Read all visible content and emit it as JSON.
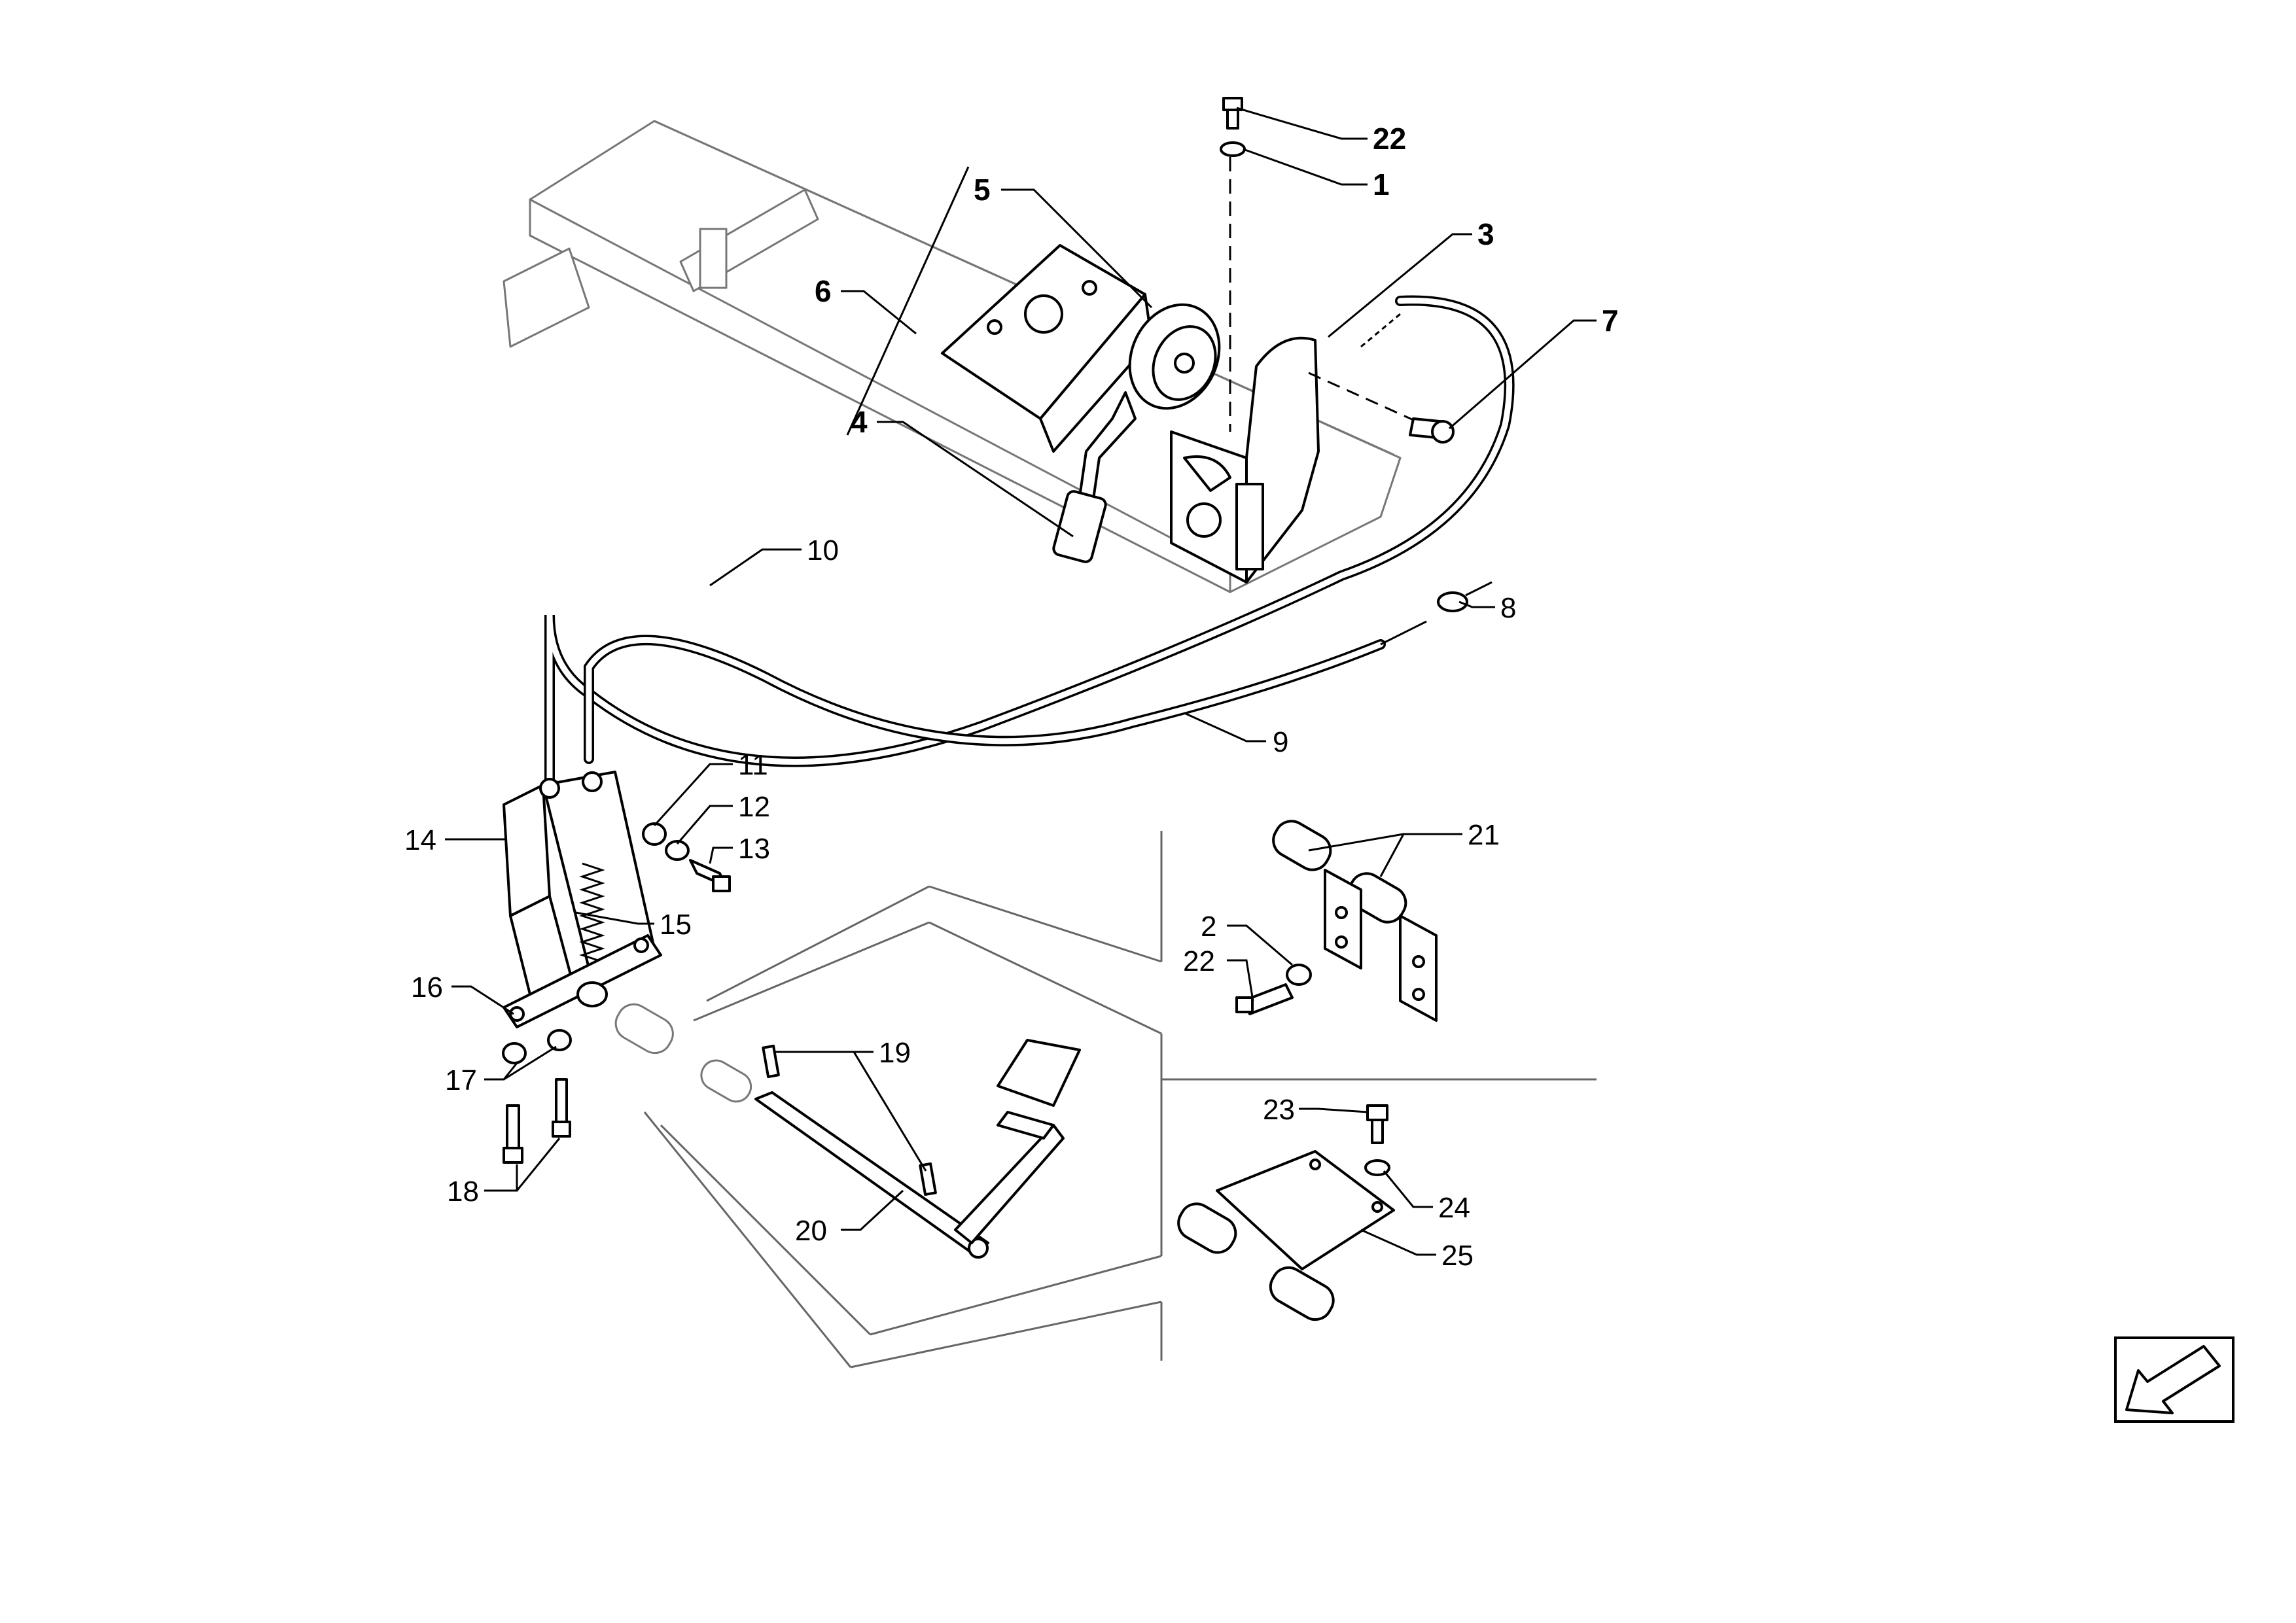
{
  "diagram": {
    "callouts": [
      {
        "id": "22a",
        "text": "22"
      },
      {
        "id": "1",
        "text": "1"
      },
      {
        "id": "3",
        "text": "3"
      },
      {
        "id": "5",
        "text": "5"
      },
      {
        "id": "6",
        "text": "6"
      },
      {
        "id": "4",
        "text": "4"
      },
      {
        "id": "7",
        "text": "7"
      },
      {
        "id": "10",
        "text": "10"
      },
      {
        "id": "8",
        "text": "8"
      },
      {
        "id": "9",
        "text": "9"
      },
      {
        "id": "11",
        "text": "11"
      },
      {
        "id": "12",
        "text": "12"
      },
      {
        "id": "13",
        "text": "13"
      },
      {
        "id": "14",
        "text": "14"
      },
      {
        "id": "15",
        "text": "15"
      },
      {
        "id": "21",
        "text": "21"
      },
      {
        "id": "2",
        "text": "2"
      },
      {
        "id": "22b",
        "text": "22"
      },
      {
        "id": "16",
        "text": "16"
      },
      {
        "id": "19",
        "text": "19"
      },
      {
        "id": "17",
        "text": "17"
      },
      {
        "id": "23",
        "text": "23"
      },
      {
        "id": "18",
        "text": "18"
      },
      {
        "id": "24",
        "text": "24"
      },
      {
        "id": "20",
        "text": "20"
      },
      {
        "id": "25",
        "text": "25"
      }
    ],
    "nav_icon": "arrow-down-left-icon"
  }
}
